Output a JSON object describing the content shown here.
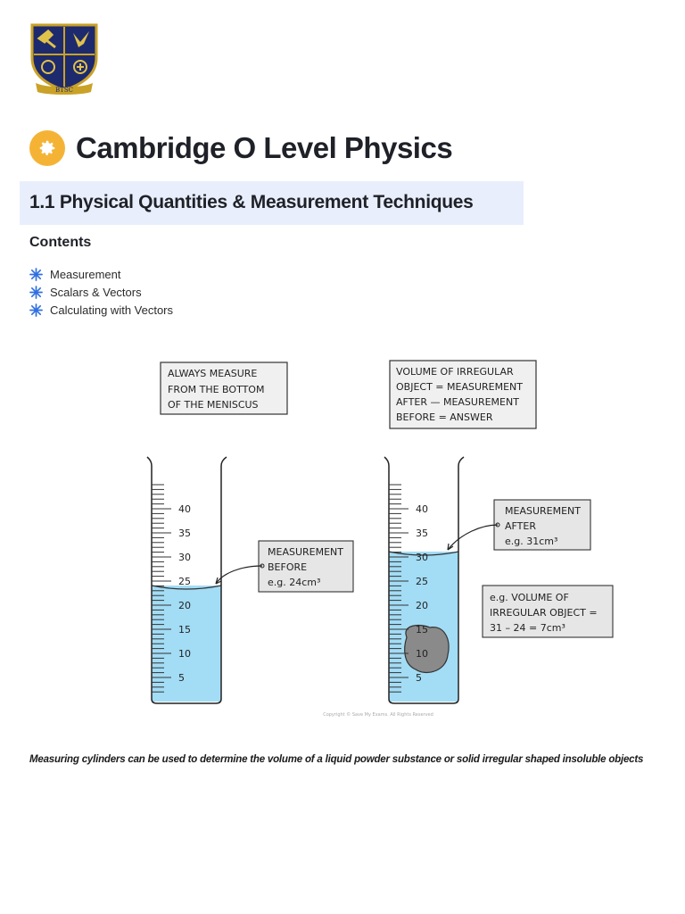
{
  "logo": {
    "monogram": "BTSC"
  },
  "header": {
    "title": "Cambridge O Level Physics",
    "icon": "gear-icon",
    "icon_color": "#f5b335"
  },
  "section": {
    "title": "1.1 Physical Quantities & Measurement Techniques",
    "banner_color": "#e8eefb"
  },
  "contents": {
    "heading": "Contents",
    "items": [
      {
        "label": "Measurement",
        "icon": "asterisk-icon"
      },
      {
        "label": "Scalars & Vectors",
        "icon": "asterisk-icon"
      },
      {
        "label": "Calculating with Vectors",
        "icon": "asterisk-icon"
      }
    ],
    "bullet_color": "#2f6fe0"
  },
  "figure": {
    "left_note": [
      "ALWAYS   MEASURE",
      "FROM  THE  BOTTOM",
      "OF  THE  MENISCUS"
    ],
    "right_note": [
      "VOLUME  OF  IRREGULAR",
      "OBJECT = MEASUREMENT",
      "AFTER — MEASUREMENT",
      "BEFORE = ANSWER"
    ],
    "before_label": [
      "MEASUREMENT",
      "BEFORE",
      "e.g.  24cm³"
    ],
    "after_label": [
      "MEASUREMENT",
      "AFTER",
      "e.g.  31cm³"
    ],
    "result_label": [
      "e.g.  VOLUME   OF",
      "IRREGULAR  OBJECT  =",
      "31 – 24 = 7cm³"
    ],
    "scale_labels": [
      "40",
      "35",
      "30",
      "25",
      "20",
      "15",
      "10",
      "5"
    ],
    "copyright": "Copyright © Save My Exams. All Rights Reserved",
    "liquid_color": "#a3dcf5"
  },
  "caption": "Measuring cylinders can be used to determine the volume of a liquid powder substance or solid irregular shaped insoluble objects"
}
